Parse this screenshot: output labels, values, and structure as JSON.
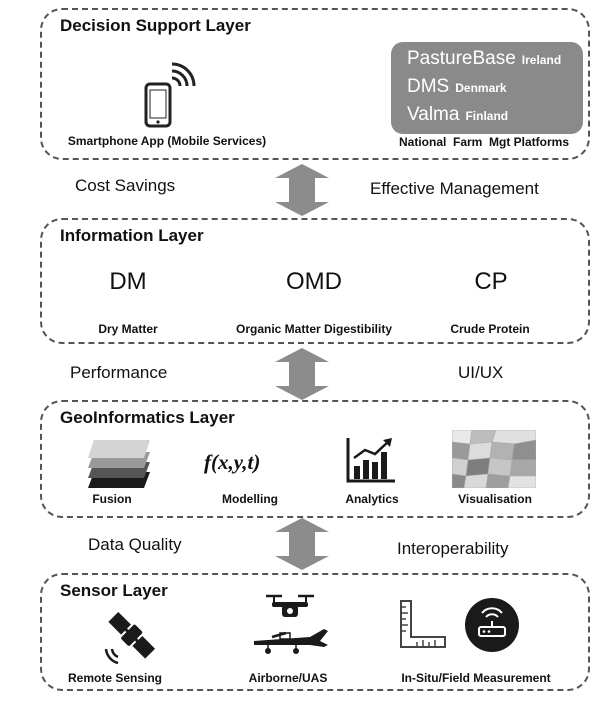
{
  "decision_layer": {
    "title": "Decision Support Layer",
    "smartphone_caption": "Smartphone App (Mobile Services)",
    "platforms": [
      {
        "name": "PastureBase",
        "country": "Ireland"
      },
      {
        "name": "DMS",
        "country": "Denmark"
      },
      {
        "name": "Valma",
        "country": "Finland"
      }
    ],
    "platforms_caption": "National  Farm  Mgt Platforms"
  },
  "link_1": {
    "left": "Cost Savings",
    "right": "Effective Management"
  },
  "information_layer": {
    "title": "Information Layer",
    "items": [
      {
        "abbr": "DM",
        "caption": "Dry Matter"
      },
      {
        "abbr": "OMD",
        "caption": "Organic Matter Digestibility"
      },
      {
        "abbr": "CP",
        "caption": "Crude Protein"
      }
    ]
  },
  "link_2": {
    "left": "Performance",
    "right": "UI/UX"
  },
  "geo_layer": {
    "title": "GeoInformatics Layer",
    "function_text": "f(x,y,t)",
    "items": [
      "Fusion",
      "Modelling",
      "Analytics",
      "Visualisation"
    ]
  },
  "link_3": {
    "left": "Data Quality",
    "right": "Interoperability"
  },
  "sensor_layer": {
    "title": "Sensor Layer",
    "items": [
      "Remote Sensing",
      "Airborne/UAS",
      "In-Situ/Field Measurement"
    ]
  },
  "colors": {
    "arrow": "#8c8c8c",
    "dark_icon": "#1a1a1a",
    "platform_bg": "#8a8a8a"
  }
}
